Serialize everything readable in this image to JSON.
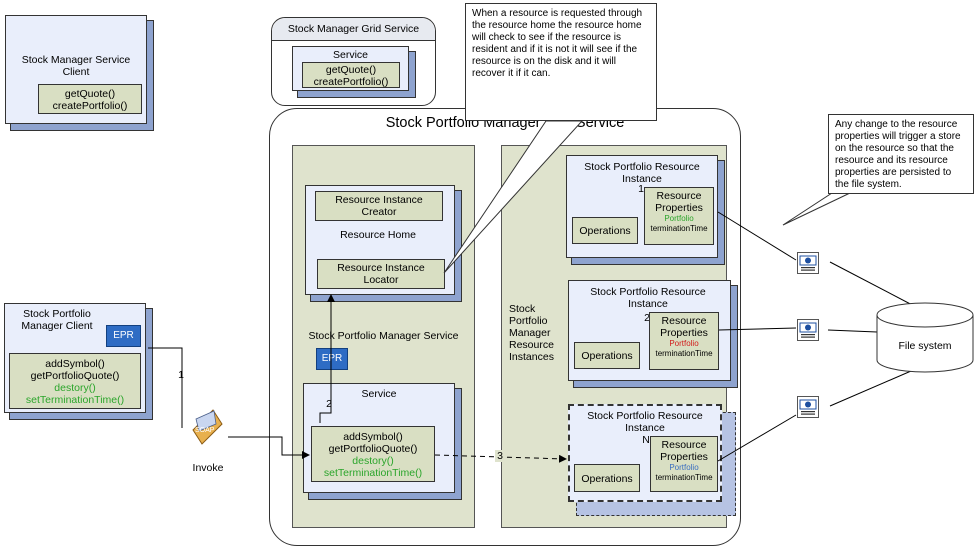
{
  "client_stock_manager": {
    "title": "Stock Manager Service Client",
    "ops": [
      "getQuote()",
      "createPortfolio()"
    ]
  },
  "grid_service_small": {
    "title": "Stock Manager Grid Service",
    "inner_title": "Service",
    "ops": [
      "getQuote()",
      "createPortfolio()"
    ]
  },
  "callout_resource_home": "When a resource is requested through the resource home the resource home will check to see if the resource is resident and if it is not it will see if the resource is on the disk and it will recover it if it can.",
  "callout_store": "Any change to the resource properties will trigger a store on the resource so that the resource and its resource properties are persisted to the file system.",
  "grid_service": {
    "title": "Stock Portfolio Manager Grid Service",
    "manager_service_label": "Stock Portfolio Manager Service",
    "resource_home": {
      "title": "Resource Home",
      "creator": "Resource Instance Creator",
      "locator": "Resource Instance Locator"
    },
    "epr": "EPR",
    "service": {
      "title": "Service",
      "ops": [
        "addSymbol()",
        "getPortfolioQuote()"
      ],
      "ops_green": [
        "destory()",
        "setTerminationTime()"
      ]
    },
    "instances_label": "Stock Portfolio Manager Resource Instances",
    "instances": [
      {
        "title": "Stock Portfolio Resource Instance",
        "index": "1",
        "operations": "Operations",
        "props": "Resource Properties",
        "portfolio": "Portfolio",
        "term": "terminationTime",
        "portfolio_color": "#2ba52b"
      },
      {
        "title": "Stock Portfolio Resource Instance",
        "index": "2",
        "operations": "Operations",
        "props": "Resource Properties",
        "portfolio": "Portfolio",
        "term": "terminationTime",
        "portfolio_color": "#d11b1b"
      },
      {
        "title": "Stock Portfolio Resource Instance",
        "index": "N",
        "operations": "Operations",
        "props": "Resource Properties",
        "portfolio": "Portfolio",
        "term": "terminationTime",
        "portfolio_color": "#3a6ec0"
      }
    ]
  },
  "client_portfolio": {
    "title": "Stock Portfolio Manager Client",
    "epr": "EPR",
    "ops": [
      "addSymbol()",
      "getPortfolioQuote()"
    ],
    "ops_green": [
      "destory()",
      "setTerminationTime()"
    ]
  },
  "invoke": {
    "soap": "SOAP",
    "label": "Invoke"
  },
  "step_labels": {
    "one": "1",
    "two": "2",
    "three": "3"
  },
  "file_system": "File system"
}
